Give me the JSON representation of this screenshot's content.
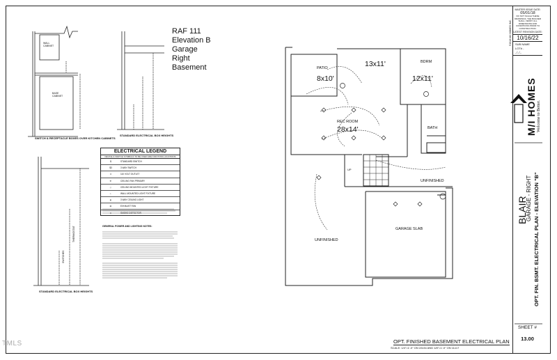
{
  "page_label": {
    "line1": "RAF 111",
    "line2": "Elevation B",
    "line3": "Garage",
    "line4": "Right",
    "line5": "Basement"
  },
  "details": {
    "kitchen": {
      "title": "SWITCH & RECEPTACLE BOXES OVER KITCHEN CABINETS",
      "wall_cabinet": "WALL CABINET",
      "base_cabinet": "BASE CABINET"
    },
    "standard1": {
      "title": "STANDARD ELECTRICAL BOX HEIGHTS"
    },
    "standard2": {
      "title": "STANDARD ELECTRICAL BOX HEIGHTS",
      "thermostat": "THERMOSTAT",
      "switches": "SWITCHES"
    }
  },
  "legend": {
    "title": "ELECTRICAL LEGEND",
    "subtitle": "DEVICE & SWITCH SYMBOLS TO BE USED ARE FOR POSS LOCATIONS",
    "items": [
      "STANDARD SWITCH",
      "3 WAY SWITCH",
      "110 VOLT OUTLET",
      "CEILING FAN PRIMARY",
      "CEILING MOUNTED LIGHT FIXTURE",
      "WALL MOUNTED LIGHT FIXTURE",
      "3 WAY CEILING LIGHT",
      "EXHAUST FAN",
      "SMOKE DETECTOR"
    ],
    "notes_title": "GENERAL POWER AND LIGHTING NOTES:"
  },
  "plan": {
    "patio": {
      "name": "PATIO",
      "size": "8x10'"
    },
    "area_top": {
      "size": "13x11'"
    },
    "bedroom": {
      "name": "BDRM",
      "size": "12x11'"
    },
    "rec": {
      "name": "REC ROOM",
      "size": "28x14'"
    },
    "bath": {
      "name": "BATH"
    },
    "up": "UP",
    "unfinished_right": "UNFINISHED",
    "unfinished_left": "UNFINISHED",
    "garage": "GARAGE SLAB",
    "title": "OPT. FINISHED BASEMENT ELECTRICAL PLAN",
    "scale": "SCALE: 1/4\"=1'-0\" ON 22x34 AND 1/8\"=1'-0\" ON 11x17"
  },
  "titleblock": {
    "master_date_label": "MASTER ISSUE DATE:",
    "master_date": "05/01/18",
    "disclaimer": "DO NOT SCALE THESE DRAWINGS. THE BUILDER SHALL VERIFY ALL DIMENSIONS AND CONDITIONS PRIOR TO CONSTRUCTION.",
    "latest_rev_label": "LATEST REVISION DATE:",
    "revision_date": "10/16/22",
    "copyright": "©2018 M/I HOMES INC.",
    "sub_name": "SUB NAME",
    "lot": "LOT# -",
    "lot_date": "_/_/_",
    "brand": "M/I HOMES",
    "tagline": "Welcome to Better.",
    "plan_name": "BLAIR",
    "garage_side": "GARAGE - RIGHT",
    "sheet_desc": "OPT. FIN. BSMT. ELECTRICAL PLAN - ELEVATION \"B\"",
    "sheet_label": "SHEET #",
    "sheet_number": "13.00"
  },
  "watermark": "TMLS"
}
